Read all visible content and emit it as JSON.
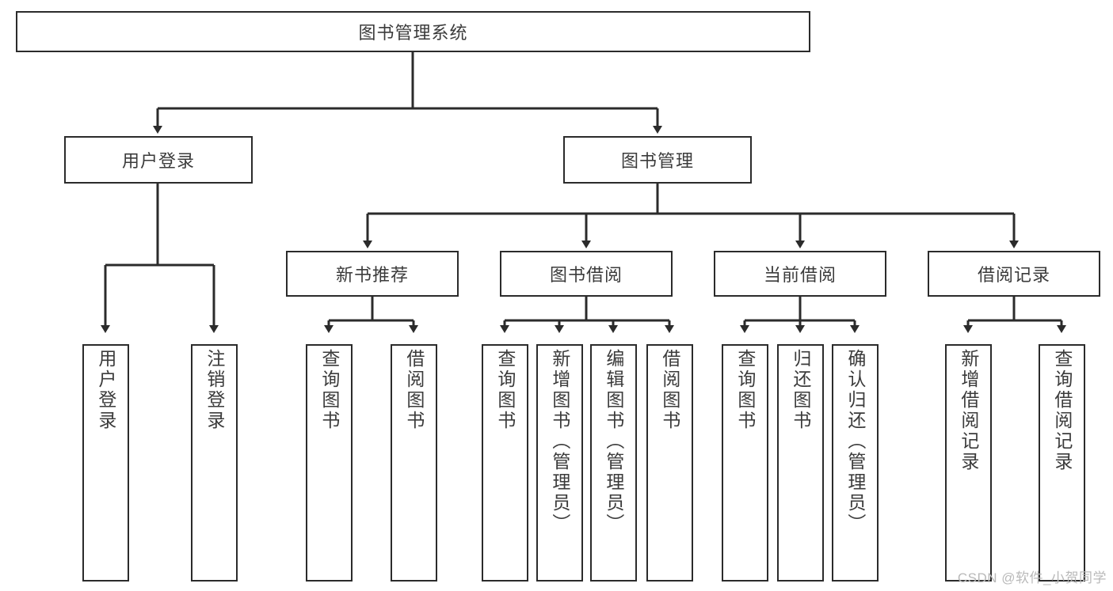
{
  "diagram": {
    "type": "tree-hierarchy",
    "title": "图书管理系统",
    "orientation": "top-down",
    "watermark": "CSDN @软件_小贺同学",
    "colors": {
      "stroke": "#2b2b2b",
      "fill": "#ffffff",
      "text": "#3b3b3b",
      "watermark": "#b9b9b9"
    },
    "root": {
      "label": "图书管理系统",
      "orientation": "horizontal"
    },
    "level2": [
      {
        "label": "用户登录",
        "orientation": "horizontal"
      },
      {
        "label": "图书管理",
        "orientation": "horizontal"
      }
    ],
    "level3": [
      {
        "label": "新书推荐",
        "orientation": "horizontal"
      },
      {
        "label": "图书借阅",
        "orientation": "horizontal"
      },
      {
        "label": "当前借阅",
        "orientation": "horizontal"
      },
      {
        "label": "借阅记录",
        "orientation": "horizontal"
      }
    ],
    "leaves": {
      "user_login": [
        {
          "label": "用户登录",
          "orientation": "vertical"
        },
        {
          "label": "注销登录",
          "orientation": "vertical"
        }
      ],
      "new_book_recommend": [
        {
          "label": "查询图书",
          "orientation": "vertical"
        },
        {
          "label": "借阅图书",
          "orientation": "vertical"
        }
      ],
      "book_borrow": [
        {
          "label": "查询图书",
          "orientation": "vertical"
        },
        {
          "label": "新增图书（管理员）",
          "orientation": "vertical"
        },
        {
          "label": "编辑图书（管理员）",
          "orientation": "vertical"
        },
        {
          "label": "借阅图书",
          "orientation": "vertical"
        }
      ],
      "current_borrow": [
        {
          "label": "查询图书",
          "orientation": "vertical"
        },
        {
          "label": "归还图书",
          "orientation": "vertical"
        },
        {
          "label": "确认归还（管理员）",
          "orientation": "vertical"
        }
      ],
      "borrow_record": [
        {
          "label": "新增借阅记录",
          "orientation": "vertical"
        },
        {
          "label": "查询借阅记录",
          "orientation": "vertical"
        }
      ]
    }
  }
}
